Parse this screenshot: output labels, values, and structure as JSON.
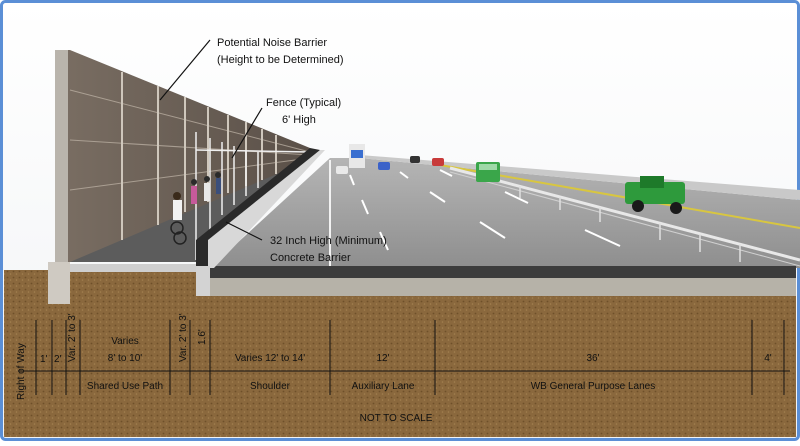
{
  "callouts": {
    "noise_barrier_1": "Potential Noise Barrier",
    "noise_barrier_2": "(Height to be Determined)",
    "fence_1": "Fence (Typical)",
    "fence_2": "6' High",
    "concrete_1": "32 Inch High (Minimum)",
    "concrete_2": "Concrete Barrier"
  },
  "dimensions": {
    "right_of_way": "Right of Way",
    "d1": "1'",
    "d2": "2'",
    "var_left": "Var. 2' to 3'",
    "path_top": "Varies",
    "path_bottom": "8' to 10'",
    "var_right": "Var. 2' to 3'",
    "d_1_6": "1.6'",
    "shoulder_width": "Varies 12' to 14'",
    "aux_width": "12'",
    "gp_width": "36'",
    "end_width": "4'"
  },
  "segments": {
    "shared_use_path": "Shared Use Path",
    "shoulder": "Shoulder",
    "auxiliary_lane": "Auxiliary Lane",
    "wb_lanes": "WB General Purpose Lanes"
  },
  "footer": {
    "scale_note": "NOT TO SCALE"
  },
  "colors": {
    "frame_border": "#5b8fd6",
    "soil": "#8b6a3e",
    "noise_wall": "#6e6258",
    "pavement": "#9a9a9a",
    "truck_green": "#2e9a3c"
  }
}
